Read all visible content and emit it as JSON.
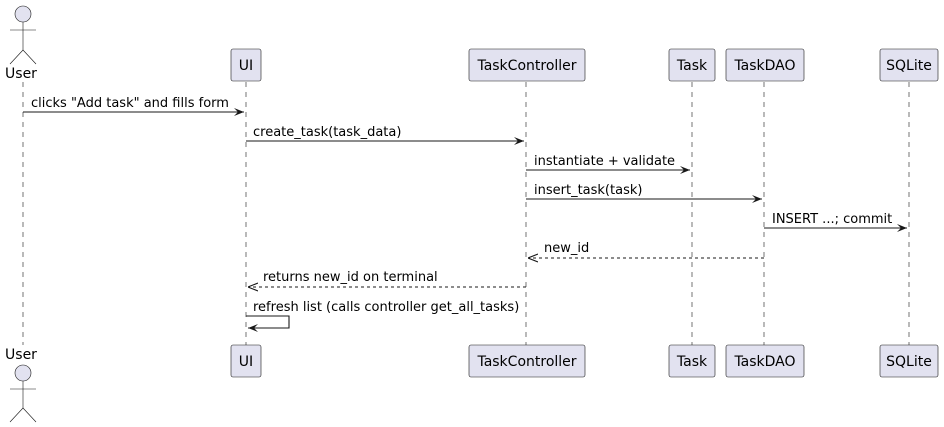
{
  "participants": {
    "user": "User",
    "ui": "UI",
    "controller": "TaskController",
    "task": "Task",
    "dao": "TaskDAO",
    "sqlite": "SQLite"
  },
  "messages": [
    {
      "from": "user",
      "to": "ui",
      "label": "clicks \"Add task\" and fills form",
      "kind": "sync"
    },
    {
      "from": "ui",
      "to": "controller",
      "label": "create_task(task_data)",
      "kind": "sync"
    },
    {
      "from": "controller",
      "to": "task",
      "label": "instantiate + validate",
      "kind": "sync"
    },
    {
      "from": "controller",
      "to": "dao",
      "label": "insert_task(task)",
      "kind": "sync"
    },
    {
      "from": "dao",
      "to": "sqlite",
      "label": "INSERT ...; commit",
      "kind": "sync"
    },
    {
      "from": "dao",
      "to": "controller",
      "label": "new_id",
      "kind": "return"
    },
    {
      "from": "controller",
      "to": "ui",
      "label": "returns new_id on terminal",
      "kind": "return"
    },
    {
      "from": "ui",
      "to": "ui",
      "label": "refresh list (calls controller get_all_tasks)",
      "kind": "self"
    }
  ]
}
